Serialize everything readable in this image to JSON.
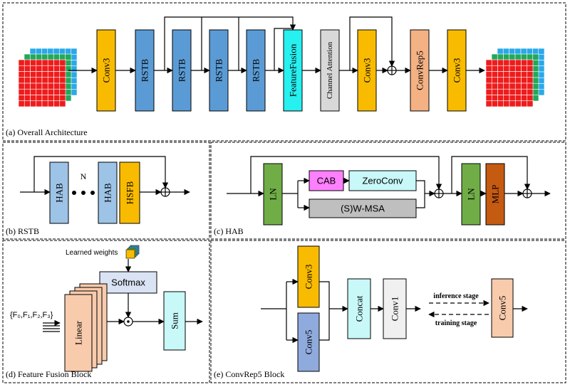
{
  "panels": {
    "a": {
      "caption": "(a) Overall Architecture"
    },
    "b": {
      "caption": "(b) RSTB"
    },
    "c": {
      "caption": "(c) HAB"
    },
    "d": {
      "caption": "(d) Feature Fusion Block"
    },
    "e": {
      "caption": "(e) ConvRep5 Block"
    }
  },
  "overall": {
    "conv3_first": "Conv3",
    "rstb": [
      "RSTB",
      "RSTB",
      "RSTB",
      "RSTB"
    ],
    "feature_fusion": "FeatureFusion",
    "channel_attention": "Channel Attention",
    "conv3_second": "Conv3",
    "convrep5": "ConvRep5",
    "conv3_third": "Conv3"
  },
  "rstb_block": {
    "hab_first": "HAB",
    "n_label": "N",
    "hab_last": "HAB",
    "hsfb": "HSFB"
  },
  "hab_block": {
    "ln_first": "LN",
    "cab": "CAB",
    "zeroconv": "ZeroConv",
    "swmsa": "(S)W-MSA",
    "ln_second": "LN",
    "mlp": "MLP"
  },
  "fusion_block": {
    "learned_weights": "Learned weights",
    "softmax": "Softmax",
    "inputs": "{F₀,F₁,F₂,F₃}",
    "linear": "Linear",
    "sum": "Sum"
  },
  "convrep_block": {
    "conv3": "Conv3",
    "conv5_left": "Conv5",
    "concat": "Concat",
    "conv1": "Conv1",
    "inference": "inference stage",
    "training": "training stage",
    "conv5_right": "Conv5"
  },
  "colors": {
    "conv3": "#f9bb00",
    "rstb": "#5b9bd5",
    "feature_fusion": "#27f0f0",
    "channel_attention": "#d8d8d8",
    "convrep5": "#f4b183",
    "hab": "#9dc3e6",
    "ln": "#70ad47",
    "cab": "#ff80ff",
    "zeroconv": "#c8f8f8",
    "swmsa": "#bfbfbf",
    "mlp": "#c55a11",
    "softmax": "#dae3f3",
    "linear": "#f8cbad",
    "sum": "#c8f8f8",
    "conv5_left": "#8faadc",
    "concat": "#c8f8f8",
    "conv1": "#f0f0f0",
    "conv5_right": "#f8cbad",
    "grid_red": "#ee1c1c",
    "grid_green": "#22a85a",
    "grid_blue": "#2aa8e8"
  }
}
